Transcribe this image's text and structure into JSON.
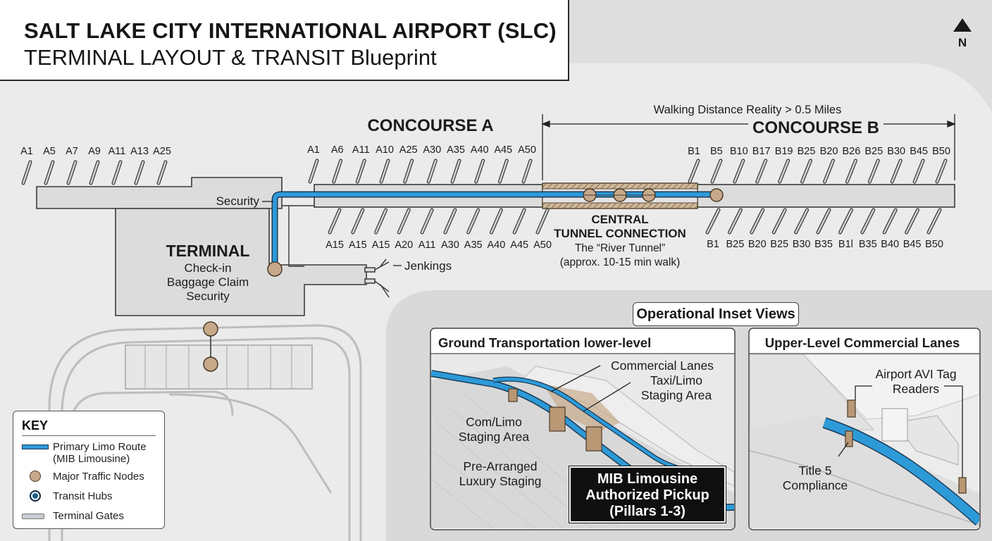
{
  "header": {
    "title": "SALT LAKE CITY INTERNATIONAL AIRPORT (SLC)",
    "subtitle": "TERMINAL LAYOUT & TRANSIT Blueprint"
  },
  "compass": {
    "label": "N"
  },
  "concourse_a": {
    "title": "CONCOURSE A",
    "west_gates": [
      "A1",
      "A5",
      "A7",
      "A9",
      "A11",
      "A13",
      "A25"
    ],
    "north_gates": [
      "A1",
      "A6",
      "A11",
      "A10",
      "A25",
      "A30",
      "A35",
      "A40",
      "A45",
      "A50"
    ],
    "south_gates": [
      "A15",
      "A15",
      "A15",
      "A20",
      "A11",
      "A30",
      "A35",
      "A40",
      "A45",
      "A50"
    ]
  },
  "concourse_b": {
    "title": "CONCOURSE B",
    "north_gates": [
      "B1",
      "B5",
      "B10",
      "B17",
      "B19",
      "B25",
      "B20",
      "B26",
      "B25",
      "B30",
      "B45",
      "B50"
    ],
    "south_gates": [
      "B1",
      "B25",
      "B20",
      "B25",
      "B30",
      "B35",
      "B1l",
      "B35",
      "B40",
      "B45",
      "B50"
    ]
  },
  "walking_distance": "Walking Distance Reality > 0.5 Miles",
  "tunnel": {
    "title_line1": "CENTRAL",
    "title_line2": "TUNNEL CONNECTION",
    "subtitle": "The “River Tunnel”",
    "note": "(approx. 10-15 min walk)"
  },
  "terminal": {
    "title": "TERMINAL",
    "line1": "Check-in",
    "line2": "Baggage Claim",
    "line3": "Security"
  },
  "labels": {
    "security": "Security",
    "jenkings": "Jenkings"
  },
  "key": {
    "title": "KEY",
    "items": [
      {
        "label_line1": "Primary Limo Route",
        "label_line2": "(MIB Limousine)"
      },
      {
        "label_line1": "Major Traffic Nodes"
      },
      {
        "label_line1": "Transit Hubs"
      },
      {
        "label_line1": "Terminal Gates"
      }
    ]
  },
  "insets": {
    "header": "Operational Inset Views",
    "ground": {
      "title": "Ground Transportation lower-level",
      "commercial_lanes": "Commercial Lanes",
      "taxi_line1": "Taxi/Limo",
      "taxi_line2": "Staging Area",
      "com_line1": "Com/Limo",
      "com_line2": "Staging Area",
      "pre_line1": "Pre-Arranged",
      "pre_line2": "Luxury Staging",
      "pickup_line1": "MIB Limousine",
      "pickup_line2": "Authorized Pickup",
      "pickup_line3": "(Pillars 1-3)"
    },
    "upper": {
      "title": "Upper-Level Commercial Lanes",
      "avi_line1": "Airport AVI Tag",
      "avi_line2": "Readers",
      "title5_line1": "Title 5",
      "title5_line2": "Compliance"
    }
  },
  "colors": {
    "limo_route": "#2d9ad8",
    "node": "#c7a989",
    "hub": "#1d5d86",
    "building": "#dcdcdc",
    "pickup_box": "#0f0f0f"
  }
}
